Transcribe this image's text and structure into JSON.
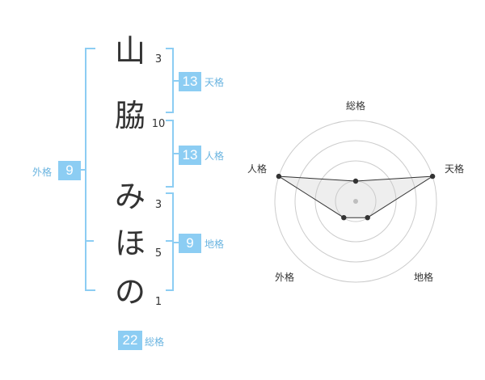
{
  "name": {
    "characters": [
      "山",
      "脇",
      "み",
      "ほ",
      "の"
    ],
    "strokes": [
      "3",
      "10",
      "3",
      "5",
      "1"
    ]
  },
  "kakusu": {
    "tenkaku": {
      "value": "13",
      "label": "天格"
    },
    "jinkaku": {
      "value": "13",
      "label": "人格"
    },
    "chikaku": {
      "value": "9",
      "label": "地格"
    },
    "gaikaku": {
      "value": "9",
      "label": "外格"
    },
    "soukaku": {
      "value": "22",
      "label": "総格"
    }
  },
  "radar": {
    "axes": [
      "総格",
      "天格",
      "地格",
      "外格",
      "人格"
    ],
    "levels": 4,
    "values": [
      1,
      4,
      1,
      1,
      4
    ],
    "max": 4
  },
  "colors": {
    "accent": "#8ccdf3",
    "label_text": "#6ab4e0",
    "text": "#333333",
    "grid": "#cccccc"
  }
}
